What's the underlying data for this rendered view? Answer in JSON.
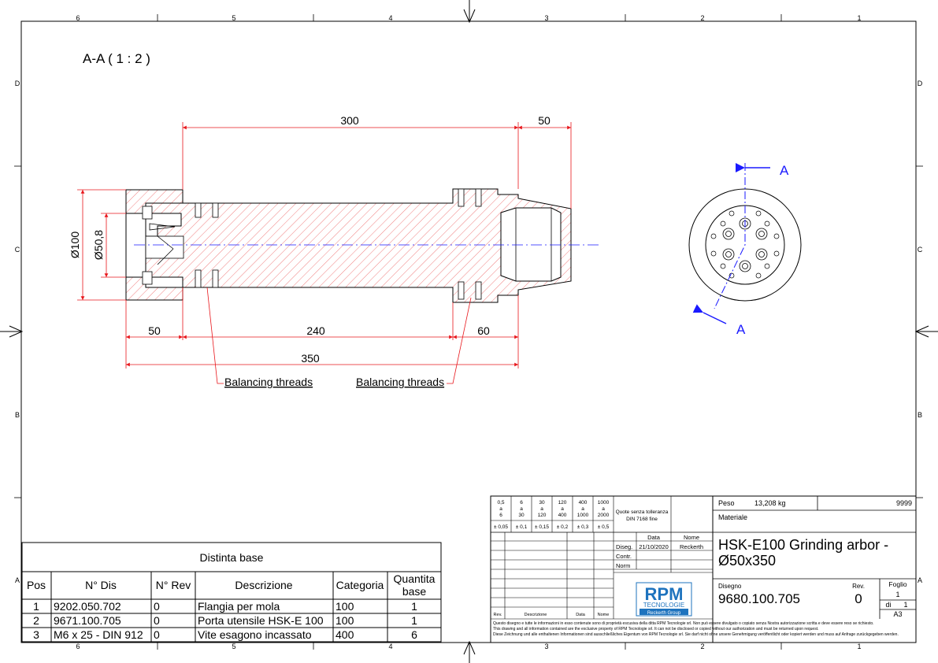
{
  "sheet": {
    "zones_top": [
      "6",
      "5",
      "4",
      "3",
      "2",
      "1"
    ],
    "zones_side": [
      "D",
      "C",
      "B",
      "A"
    ]
  },
  "view": {
    "section_title": "A-A ( 1 : 2 )",
    "section_marker": "A"
  },
  "dimensions": {
    "d300": "300",
    "d50_top": "50",
    "dia100": "Ø100",
    "dia50_8": "Ø50,8",
    "d50_bottom": "50",
    "d240": "240",
    "d60": "60",
    "d350": "350"
  },
  "callouts": {
    "left": "Balancing threads",
    "right": "Balancing threads"
  },
  "bom": {
    "title": "Distinta base",
    "headers": [
      "Pos",
      "N° Dis",
      "N° Rev",
      "Descrizione",
      "Categoria",
      "Quantita base"
    ],
    "rows": [
      {
        "pos": "1",
        "dis": "9202.050.702",
        "rev": "0",
        "desc": "Flangia per mola",
        "cat": "100",
        "qty": "1"
      },
      {
        "pos": "2",
        "dis": "9671.100.705",
        "rev": "0",
        "desc": "Porta utensile HSK-E 100",
        "cat": "100",
        "qty": "1"
      },
      {
        "pos": "3",
        "dis": "M6 x 25 - DIN 912",
        "rev": "0",
        "desc": "Vite esagono incassato",
        "cat": "400",
        "qty": "6"
      }
    ]
  },
  "tolerance": {
    "ranges": [
      "0,5 a 6",
      "6 a 30",
      "30 a 120",
      "120 a 400",
      "400 a 1000",
      "1000 a 2000"
    ],
    "values": [
      "± 0,05",
      "± 0,1",
      "± 0,15",
      "± 0,2",
      "± 0,3",
      "± 0,5"
    ],
    "note": "Quote senza tolleranza DIN 7168 fine"
  },
  "title_block": {
    "data_label": "Data",
    "nome_label": "Nome",
    "diseg_label": "Diseg.",
    "diseg_date": "21/10/2020",
    "diseg_name": "Reckerth",
    "contr_label": "Contr.",
    "norm_label": "Norm",
    "rev_headers": [
      "Rev.",
      "Descrizione",
      "Data",
      "Nome"
    ],
    "peso_label": "Peso",
    "peso_value": "13,208 kg",
    "code_9999": "9999",
    "materiale_label": "Materiale",
    "title_line1": "HSK-E100 Grinding arbor -",
    "title_line2": "Ø50x350",
    "disegno_label": "Disegno",
    "disegno_value": "9680.100.705",
    "rev_label": "Rev.",
    "rev_value": "0",
    "foglio_label": "Foglio",
    "foglio_value": "1",
    "di_label": "di",
    "di_value": "1",
    "format": "A3"
  },
  "logo": {
    "main": "RPM",
    "sub": "TECNOLOGIE",
    "group": "Reckerth Group"
  },
  "legal": {
    "it": "Questo disegno e tutte le informazioni in esso contenute sono di proprietà escusiva della ditta RPM Tecnologie srl. Non può essere divulgato o copiato senza Nostra autorizzazione scritta e deve essere reso se richiesto.",
    "en": "This drawing and all information contained are the exclusive property of RPM Tecnologie srl. It can not be disclosed or copied without our authorization and must be returned upon request.",
    "de": "Diese Zeichnung und alle enthaltenen Informationen sind ausschließliches Eigentum von RPM Tecnologie srl. Sie darf nicht ohne unsere Genehmigung veröffentlicht oder kopiert werden und muss auf Anfrage zurückgegeben werden."
  },
  "colors": {
    "dimension": "#e8161b",
    "hatch": "#f08080",
    "centerline": "#1a1aff",
    "marker": "#1a1aff",
    "logo": "#1e73be"
  }
}
